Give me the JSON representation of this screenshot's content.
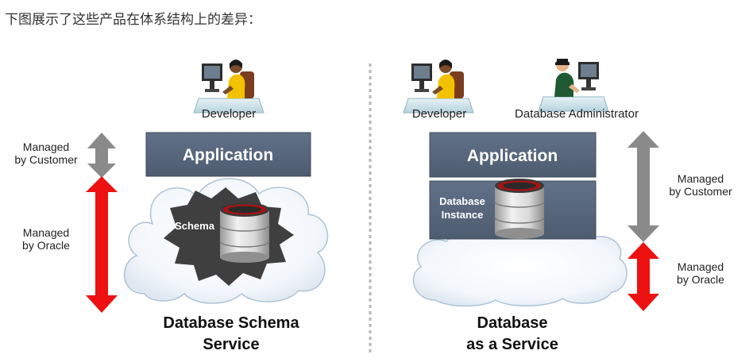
{
  "intro_text": "下图展示了这些产品在体系结构上的差异：",
  "left": {
    "developer_label": "Developer",
    "application_label": "Application",
    "schema_label": "Schema",
    "managed_customer": [
      "Managed",
      "by Customer"
    ],
    "managed_oracle": [
      "Managed",
      "by Oracle"
    ],
    "title": [
      "Database Schema",
      "Service"
    ]
  },
  "right": {
    "developer_label": "Developer",
    "dba_label": "Database Administrator",
    "application_label": "Application",
    "instance_label": [
      "Database",
      "Instance"
    ],
    "managed_customer": [
      "Managed",
      "by Customer"
    ],
    "managed_oracle": [
      "Managed",
      "by Oracle"
    ],
    "title": [
      "Database",
      "as a Service"
    ]
  },
  "colors": {
    "app_box": "#56657a",
    "app_box_border": "#3e4a5a",
    "oracle_arrow": "#ee1111",
    "customer_arrow": "#8a8a8a",
    "divider": "#b5b5b5"
  },
  "icons": {
    "developer": "developer-at-computer-icon",
    "dba": "administrator-at-computer-icon",
    "database": "database-cylinder-icon",
    "cloud": "cloud-icon"
  }
}
